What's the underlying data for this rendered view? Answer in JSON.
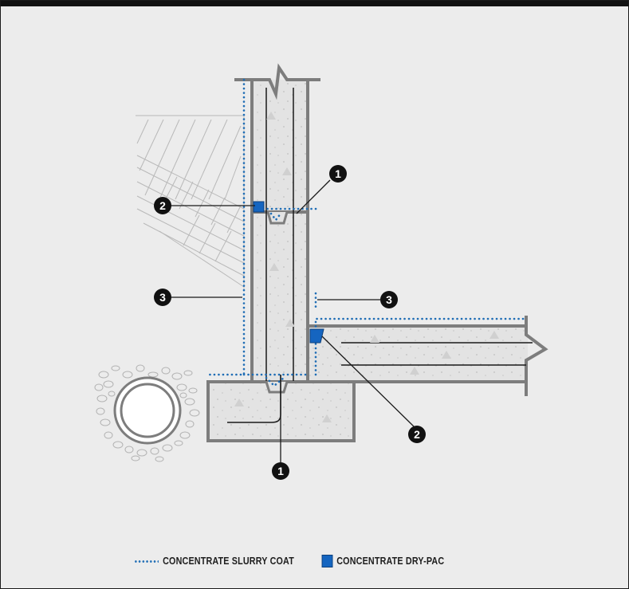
{
  "legend": {
    "slurry_label": "CONCENTRATE SLURRY COAT",
    "drypac_label": "CONCENTRATE DRY-PAC"
  },
  "callouts": {
    "c1_top": "1",
    "c1_bottom": "1",
    "c2_left": "2",
    "c2_right": "2",
    "c3_left": "3",
    "c3_right": "3"
  },
  "colors": {
    "background": "#ececec",
    "wall_outline": "#7d7d7d",
    "concrete_fill": "#e3e3e3",
    "slurry_dots": "#1f6db5",
    "drypac": "#1565c0",
    "callout_fill": "#111111"
  },
  "icons": {
    "slurry": "dotted-line-icon",
    "drypac": "square-swatch-icon"
  }
}
